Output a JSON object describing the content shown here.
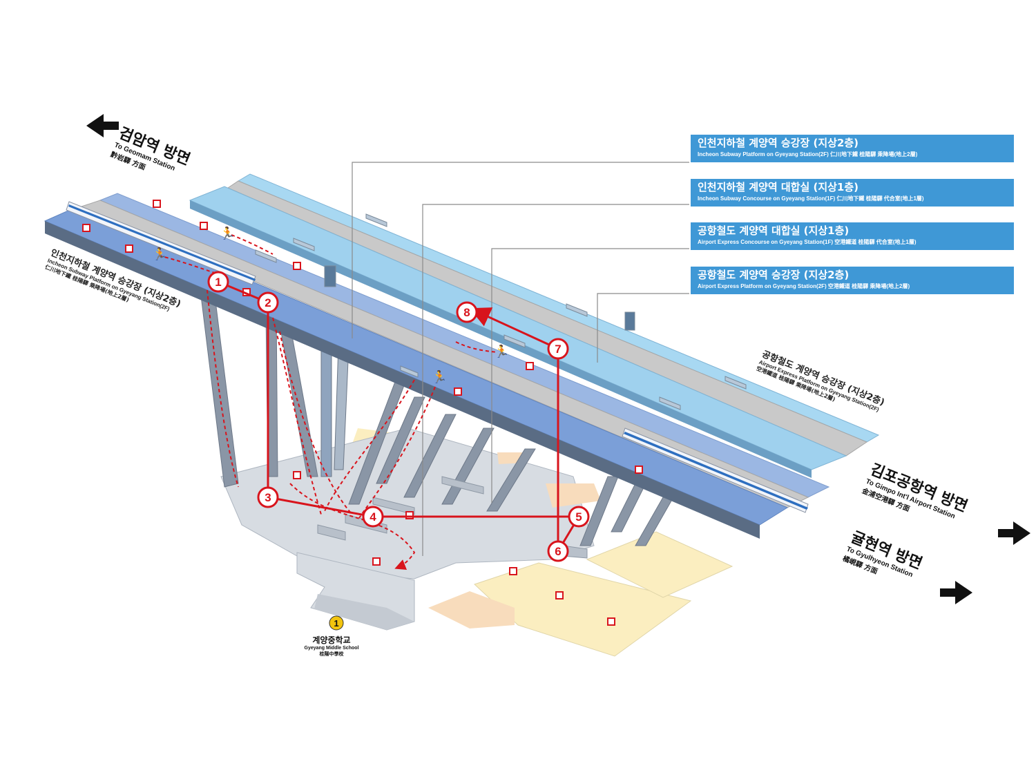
{
  "legend": [
    {
      "ko": "인천지하철 계양역 승강장 (지상2층)",
      "en": "Incheon Subway Platform on Gyeyang Station(2F)  仁川地下鐵 桂陽驛 乘降場(地上2層)"
    },
    {
      "ko": "인천지하철 계양역 대합실 (지상1층)",
      "en": "Incheon Subway Concourse on Gyeyang Station(1F)  仁川地下鐵 桂陽驛 代合室(地上1層)"
    },
    {
      "ko": "공항철도 계양역 대합실 (지상1층)",
      "en": "Airport Express Concourse on Gyeyang Station(1F)  空港鐵道 桂陽驛 代合室(地上1層)"
    },
    {
      "ko": "공항철도 계양역 승강장 (지상2층)",
      "en": "Airport Express Platform on Gyeyang Station(2F)  空港鐵道 桂陽驛 乘降場(地上2層)"
    }
  ],
  "directions": {
    "geomam": {
      "ko": "검암역 방면",
      "en": "To Geomam Station",
      "cn": "黔岩驛 方面",
      "arrow": "←"
    },
    "gimpo": {
      "ko": "김포공항역 방면",
      "en": "To Gimpo Int'l Airport Station",
      "cn": "金浦空港驛 方面",
      "arrow": "→"
    },
    "gyulhyeon": {
      "ko": "귤현역 방면",
      "en": "To Gyulhyeon Station",
      "cn": "橘峴驛 方面",
      "arrow": "→"
    }
  },
  "platform_labels": {
    "incheon": {
      "ko": "인천지하철 계양역 승강장 (지상2층)",
      "en": "Incheon Subway Platform on Gyeyang Station(2F)",
      "cn": "仁川地下鐵 桂陽驛 乘降場(地上2層)"
    },
    "airport": {
      "ko": "공항철도 계양역 승강장 (지상2층)",
      "en": "Airport Express Platform on Gyeyang Station(2F)",
      "cn": "空港鐵道 桂陽驛 乘降場(地上2層)"
    }
  },
  "exit": {
    "number": "1",
    "ko": "계양중학교",
    "en": "Gyeyang Middle School",
    "cn": "桂陽中學校"
  },
  "route_steps": [
    "1",
    "2",
    "3",
    "4",
    "5",
    "6",
    "7",
    "8"
  ],
  "colors": {
    "route": "#d8141c",
    "legend_bg": "#3f98d6",
    "subway_platform": "#7b9fd8",
    "airport_platform": "#9fd1ee",
    "track": "#c9c9c9",
    "concourse": "#d7dce2",
    "plaza": "#fbeec0",
    "support": "#8a96a6",
    "exit_badge": "#f2c40f"
  }
}
